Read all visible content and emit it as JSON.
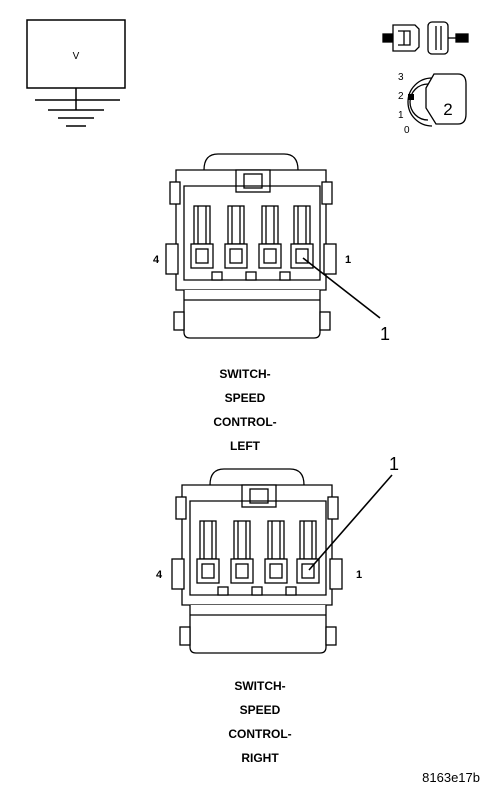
{
  "meter_symbol": {
    "label": "V"
  },
  "key_switch_symbol": {
    "positions": [
      "3",
      "2",
      "1",
      "0"
    ],
    "key_number": "2"
  },
  "connectors": [
    {
      "id": "left",
      "callout": "1",
      "pin_left": "4",
      "pin_right": "1",
      "title_lines": [
        "SWITCH-",
        "SPEED",
        "CONTROL-",
        "LEFT"
      ]
    },
    {
      "id": "right",
      "callout": "1",
      "pin_left": "4",
      "pin_right": "1",
      "title_lines": [
        "SWITCH-",
        "SPEED",
        "CONTROL-",
        "RIGHT"
      ]
    }
  ],
  "figure_id": "8163e17b"
}
